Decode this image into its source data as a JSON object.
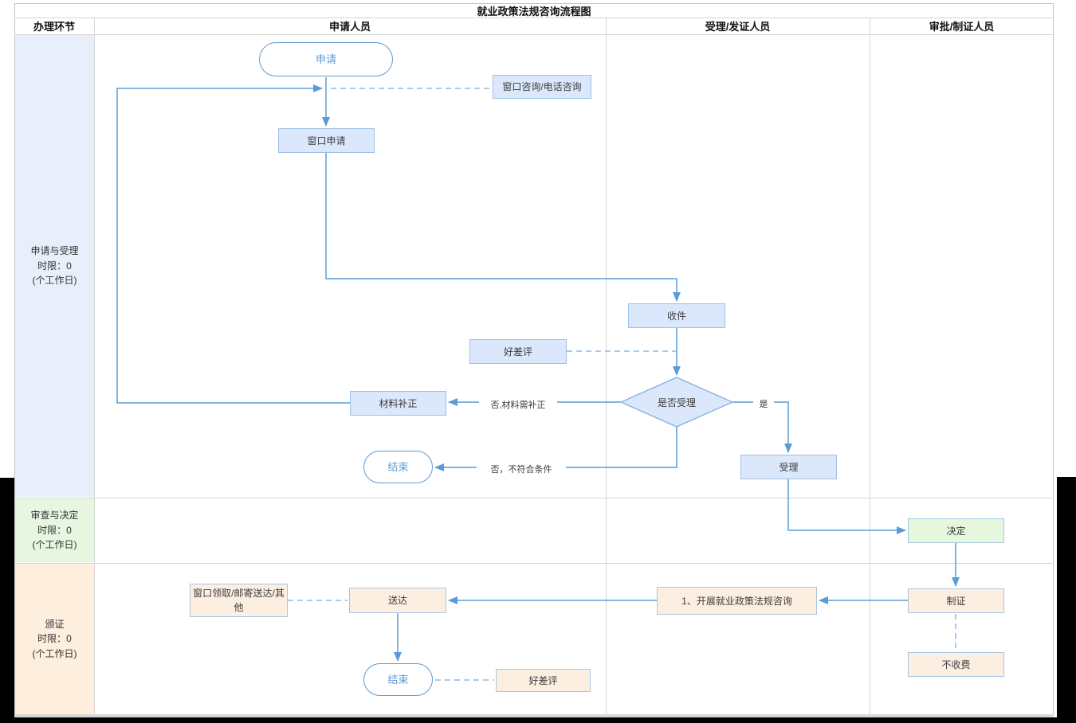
{
  "title": "就业政策法规咨询流程图",
  "header": {
    "columns": [
      "办理环节",
      "申请人员",
      "受理/发证人员",
      "审批/制证人员"
    ]
  },
  "lanes": [
    {
      "label": "申请与受理\n时限：0\n(个工作日)"
    },
    {
      "label": "审查与决定\n时限：0\n(个工作日)"
    },
    {
      "label": "颁证\n时限：0\n(个工作日)"
    }
  ],
  "nodes": {
    "start": "申请",
    "consult": "窗口咨询/电话咨询",
    "window_apply": "窗口申请",
    "receive": "收件",
    "review_top": "好差评",
    "decision": "是否受理",
    "supplement": "材料补正",
    "accept": "受理",
    "end_top": "结束",
    "decide": "决定",
    "make_cert": "制证",
    "no_fee": "不收费",
    "carry_out": "1、开展就业政策法规咨询",
    "deliver": "送达",
    "pickup": "窗口领取/邮寄送达/其他",
    "end_bottom": "结束",
    "review_bottom": "好差评"
  },
  "edge_labels": {
    "need_supplement": "否,材料需补正",
    "yes": "是",
    "not_qualified": "否，不符合条件"
  },
  "colors": {
    "connector": "#5b9bd5",
    "connector_dashed": "#7aabdd",
    "node_blue_fill": "#dbe8fb",
    "node_peach_fill": "#fdeee2",
    "node_green_fill": "#e5f7dd",
    "node_border": "#9ec0e5",
    "lane1_fill": "#e9effa",
    "lane2_fill": "#e6f6e1",
    "lane3_fill": "#fdeede"
  }
}
